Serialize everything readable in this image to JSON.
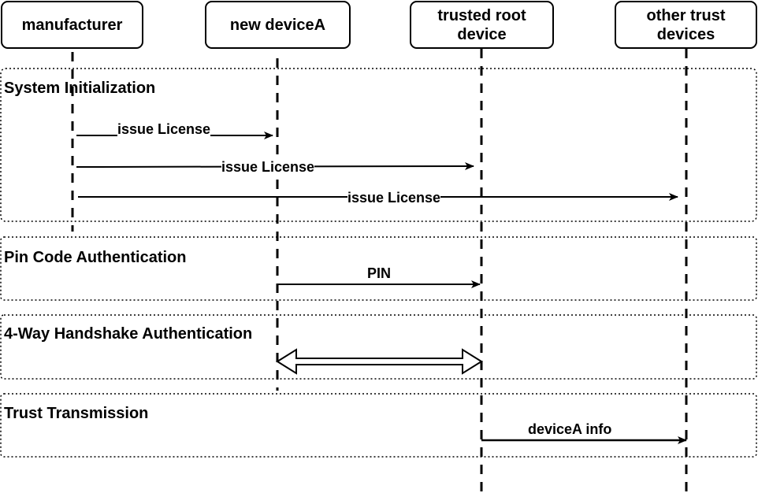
{
  "actors": [
    {
      "id": "manufacturer",
      "label": "manufacturer"
    },
    {
      "id": "new-devicea",
      "label": "new deviceA"
    },
    {
      "id": "trusted-root-device",
      "label": "trusted root device"
    },
    {
      "id": "other-trust-devices",
      "label": "other trust devices"
    }
  ],
  "frames": [
    {
      "label": "System Initialization"
    },
    {
      "label": "Pin Code Authentication"
    },
    {
      "label": "4-Way Handshake Authentication"
    },
    {
      "label": "Trust Transmission"
    }
  ],
  "messages": [
    {
      "from": "manufacturer",
      "to": "new deviceA",
      "label": "issue License",
      "type": "sync-arrow"
    },
    {
      "from": "manufacturer",
      "to": "trusted root device",
      "label": "issue License",
      "type": "sync-arrow"
    },
    {
      "from": "manufacturer",
      "to": "other trust devices",
      "label": "issue License",
      "type": "sync-arrow"
    },
    {
      "from": "new deviceA",
      "to": "trusted root device",
      "label": "PIN",
      "type": "sync-arrow"
    },
    {
      "from": "new deviceA",
      "to": "trusted root device",
      "label": "",
      "type": "bidirectional-block-arrow"
    },
    {
      "from": "trusted root device",
      "to": "other trust devices",
      "label": "deviceA info",
      "type": "sync-arrow"
    }
  ]
}
